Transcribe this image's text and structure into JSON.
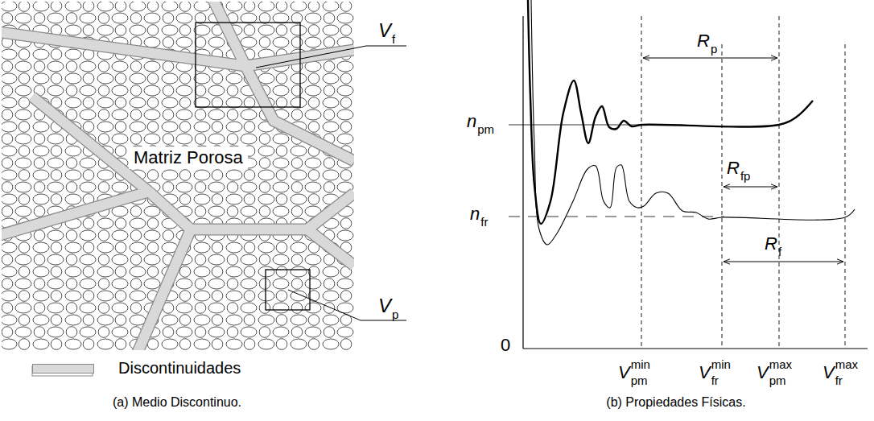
{
  "diagram": {
    "labels": [
      "V",
      "f",
      "V",
      "p",
      "Matriz Porosa",
      "(a) Medio Discontinuo.",
      "R",
      "p",
      "n",
      "pm",
      "R",
      "fp",
      "n",
      "fr",
      "R",
      "f",
      "0",
      "V",
      "pm",
      "min",
      "V",
      "fr",
      "min",
      "V",
      "pm",
      "max",
      "V",
      "fr",
      "max",
      "(b) Propiedades Físicas."
    ],
    "legend": [
      {
        "text": "Discontinuidades",
        "color": "#d9d9d9"
      }
    ]
  }
}
